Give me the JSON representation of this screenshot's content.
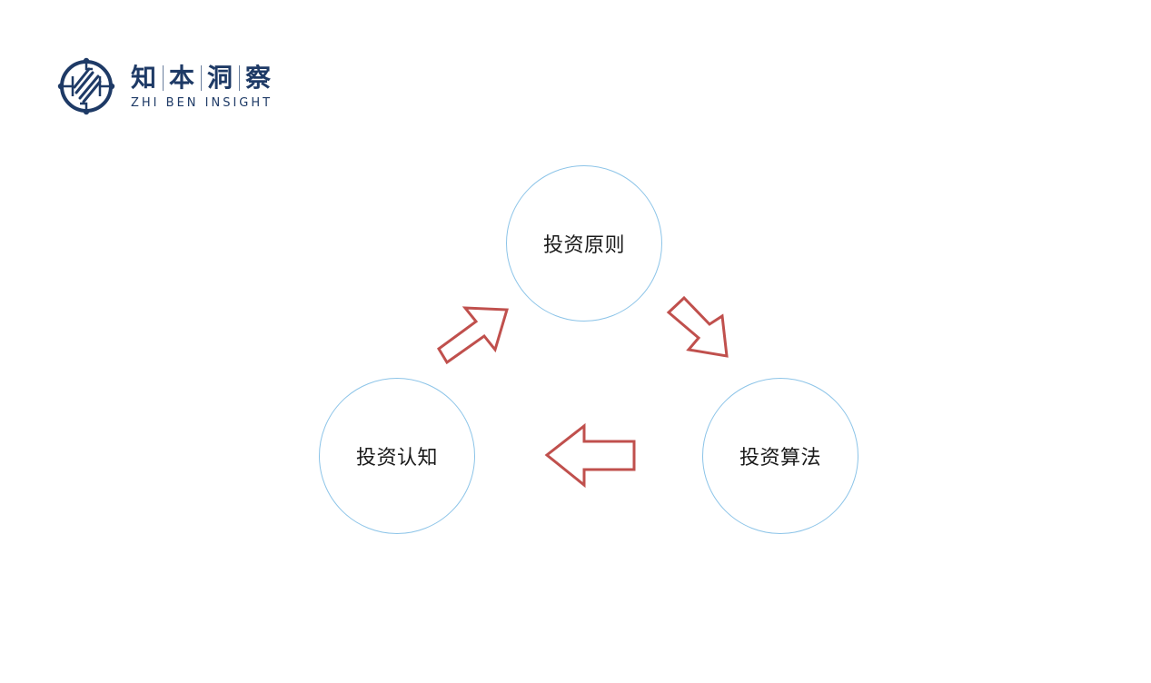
{
  "logo": {
    "icon": "zhi-ben-insight-logo-icon",
    "chinese_chars": [
      "知",
      "本",
      "洞",
      "察"
    ],
    "english": "ZHI BEN INSIGHT"
  },
  "diagram": {
    "type": "cycle",
    "nodes": [
      {
        "id": "principles",
        "label": "投资原则",
        "position": "top"
      },
      {
        "id": "algorithm",
        "label": "投资算法",
        "position": "bottom-right"
      },
      {
        "id": "cognition",
        "label": "投资认知",
        "position": "bottom-left"
      }
    ],
    "edges": [
      {
        "from": "principles",
        "to": "algorithm",
        "icon": "arrow-down-right-icon"
      },
      {
        "from": "algorithm",
        "to": "cognition",
        "icon": "arrow-left-icon"
      },
      {
        "from": "cognition",
        "to": "principles",
        "icon": "arrow-up-right-icon"
      }
    ],
    "colors": {
      "node_border": "#8cc4e8",
      "arrow_stroke": "#c0504d",
      "logo": "#1e3a66"
    }
  }
}
